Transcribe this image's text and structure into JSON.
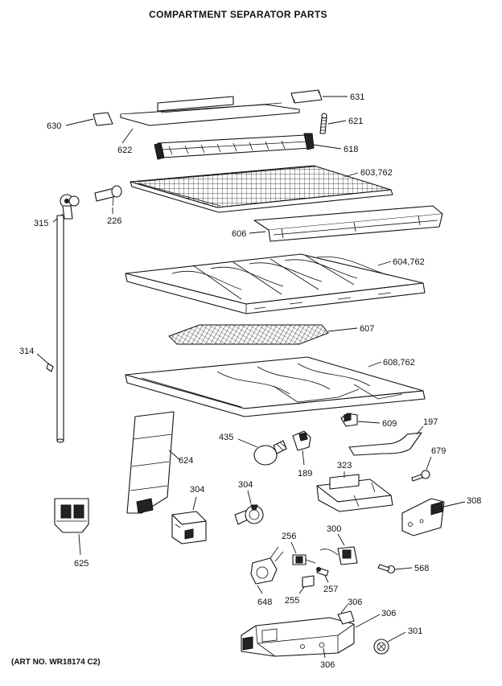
{
  "title": "COMPARTMENT SEPARATOR PARTS",
  "art_no": "(ART NO. WR18174 C2)",
  "callouts": {
    "c631": "631",
    "c630": "630",
    "c621": "621",
    "c622": "622",
    "c618": "618",
    "c603": "603,762",
    "c315": "315",
    "c226": "226",
    "c606": "606",
    "c604": "604,762",
    "c314": "314",
    "c607": "607",
    "c608": "608,762",
    "c609": "609",
    "c197": "197",
    "c435": "435",
    "c624": "624",
    "c189": "189",
    "c679": "679",
    "c323": "323",
    "c304a": "304",
    "c304b": "304",
    "c308": "308",
    "c625": "625",
    "c256": "256",
    "c300": "300",
    "c568": "568",
    "c257": "257",
    "c255": "255",
    "c648": "648",
    "c306a": "306",
    "c306b": "306",
    "c306c": "306",
    "c301": "301"
  }
}
